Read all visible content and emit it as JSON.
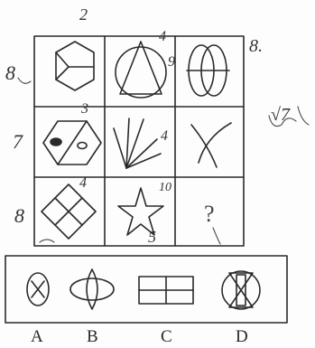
{
  "colors": {
    "ink": "#2a2a2a",
    "pencil": "#555555",
    "paper": "#fdfdfd"
  },
  "question_mark": "?",
  "options": [
    {
      "key": "A",
      "label": "A",
      "figure": "oval-with-x"
    },
    {
      "key": "B",
      "label": "B",
      "figure": "oval-with-vertical-lens"
    },
    {
      "key": "C",
      "label": "C",
      "figure": "rectangle-divided-in-four"
    },
    {
      "key": "D",
      "label": "D",
      "figure": "bowtie-in-circle"
    }
  ],
  "cells": [
    {
      "row": 1,
      "col": 1,
      "figure": "hexagon-cube"
    },
    {
      "row": 1,
      "col": 2,
      "figure": "triangle-in-circle"
    },
    {
      "row": 1,
      "col": 3,
      "figure": "two-interlocking-ovals"
    },
    {
      "row": 2,
      "col": 1,
      "figure": "hexagon-with-dot"
    },
    {
      "row": 2,
      "col": 2,
      "figure": "fan-of-lines"
    },
    {
      "row": 2,
      "col": 3,
      "figure": "crossing-curves"
    },
    {
      "row": 3,
      "col": 1,
      "figure": "diamond-in-four"
    },
    {
      "row": 3,
      "col": 2,
      "figure": "five-point-star"
    },
    {
      "row": 3,
      "col": 3,
      "figure": "unknown"
    }
  ],
  "handwriting": {
    "top_number": "2",
    "row1_left": "8",
    "row1_right": "8.",
    "cell12_top": "4",
    "cell12_right": "9",
    "row2_left": "7",
    "row3_left": "8",
    "cell21_top": "3",
    "cell22_right": "4",
    "cell31_top": "4",
    "cell32_right": "10",
    "cell32_bottom": "5",
    "right_note": "√7"
  }
}
